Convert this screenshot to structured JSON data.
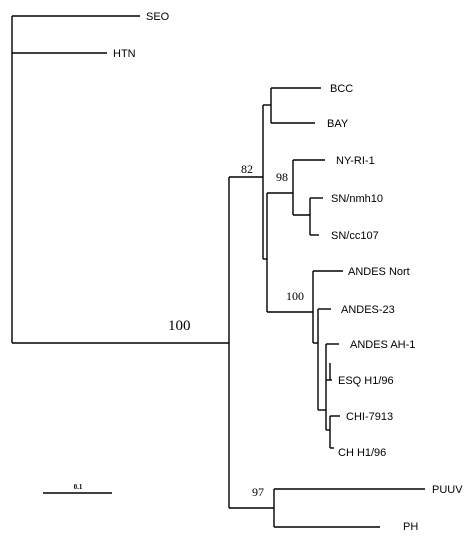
{
  "taxa": {
    "seo": "SEO",
    "htn": "HTN",
    "bcc": "BCC",
    "bay": "BAY",
    "ny_ri_1": "NY-RI-1",
    "sn_nmh10": "SN/nmh10",
    "sn_cc107": "SN/cc107",
    "andes_nort": "ANDES Nort",
    "andes_23": "ANDES-23",
    "andes_ah_1": "ANDES AH-1",
    "esq_h1_96": "ESQ H1/96",
    "chi_7913": "CHI-7913",
    "ch_h1_96": "CH H1/96",
    "puuv": "PUUV",
    "ph": "PH"
  },
  "bootstrap": {
    "main_clade": "100",
    "sin_nombre_group": "82",
    "sn_subclade": "98",
    "andes_group": "100",
    "puuv_ph": "97"
  },
  "scale_bar": {
    "label": "0.1"
  }
}
